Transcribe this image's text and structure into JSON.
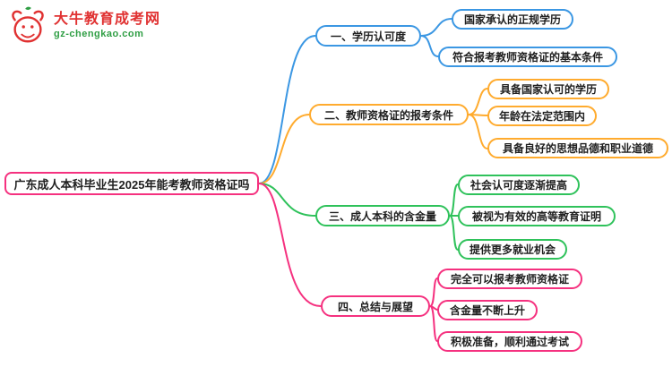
{
  "logo": {
    "site_name": "大牛教育成考网",
    "site_url": "gz-chengkao.com",
    "brand_red": "#e03131",
    "brand_green": "#2f9e44"
  },
  "root": {
    "label": "广东成人本科毕业生2025年能考教师资格证吗",
    "color": "#f5317f"
  },
  "branches": [
    {
      "label": "一、学历认可度",
      "color": "#3b97e3",
      "children": [
        "国家承认的正规学历",
        "符合报考教师资格证的基本条件"
      ]
    },
    {
      "label": "二、教师资格证的报考条件",
      "color": "#ffab2e",
      "children": [
        "具备国家认可的学历",
        "年龄在法定范围内",
        "具备良好的思想品德和职业道德"
      ]
    },
    {
      "label": "三、成人本科的含金量",
      "color": "#2fc25b",
      "children": [
        "社会认可度逐渐提高",
        "被视为有效的高等教育证明",
        "提供更多就业机会"
      ]
    },
    {
      "label": "四、总结与展望",
      "color": "#f5317f",
      "children": [
        "完全可以报考教师资格证",
        "含金量不断上升",
        "积极准备，顺利通过考试"
      ]
    }
  ]
}
